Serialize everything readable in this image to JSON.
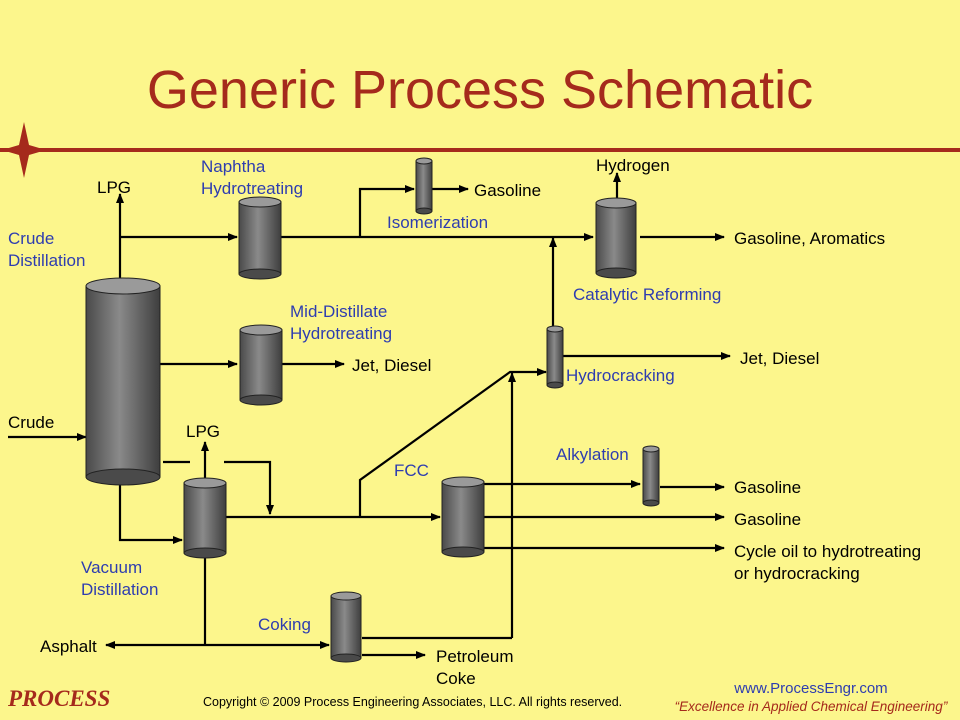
{
  "title": "Generic Process Schematic",
  "units": {
    "crude_distillation": [
      "Crude",
      "Distillation"
    ],
    "vacuum_distillation": [
      "Vacuum",
      "Distillation"
    ],
    "naphtha_hydrotreating": [
      "Naphtha",
      "Hydrotreating"
    ],
    "mid_distillate_hydrotreating": [
      "Mid-Distillate",
      "Hydrotreating"
    ],
    "isomerization": "Isomerization",
    "catalytic_reforming": "Catalytic Reforming",
    "hydrocracking": "Hydrocracking",
    "fcc": "FCC",
    "alkylation": "Alkylation",
    "coking": "Coking"
  },
  "streams": {
    "lpg_top": "LPG",
    "lpg_vacuum": "LPG",
    "crude": "Crude",
    "gasoline_isom": "Gasoline",
    "hydrogen": "Hydrogen",
    "gasoline_aromatics": "Gasoline, Aromatics",
    "jet_diesel_mid": "Jet, Diesel",
    "jet_diesel_hc": "Jet, Diesel",
    "gasoline_alky": "Gasoline",
    "gasoline_fcc": "Gasoline",
    "cycle_oil": [
      "Cycle oil to hydrotreating",
      "or hydrocracking"
    ],
    "asphalt": "Asphalt",
    "petroleum_coke": [
      "Petroleum",
      "Coke"
    ]
  },
  "footer": {
    "logo": "PROCESS",
    "copyright": "Copyright © 2009 Process Engineering Associates, LLC. All rights reserved.",
    "url": "www.ProcessEngr.com",
    "tagline": "“Excellence in Applied Chemical Engineering”"
  },
  "colors": {
    "background": "#fcf68c",
    "title": "#a52a1c",
    "unit_label": "#2e3db0",
    "vessel": "#6b6b6b"
  }
}
